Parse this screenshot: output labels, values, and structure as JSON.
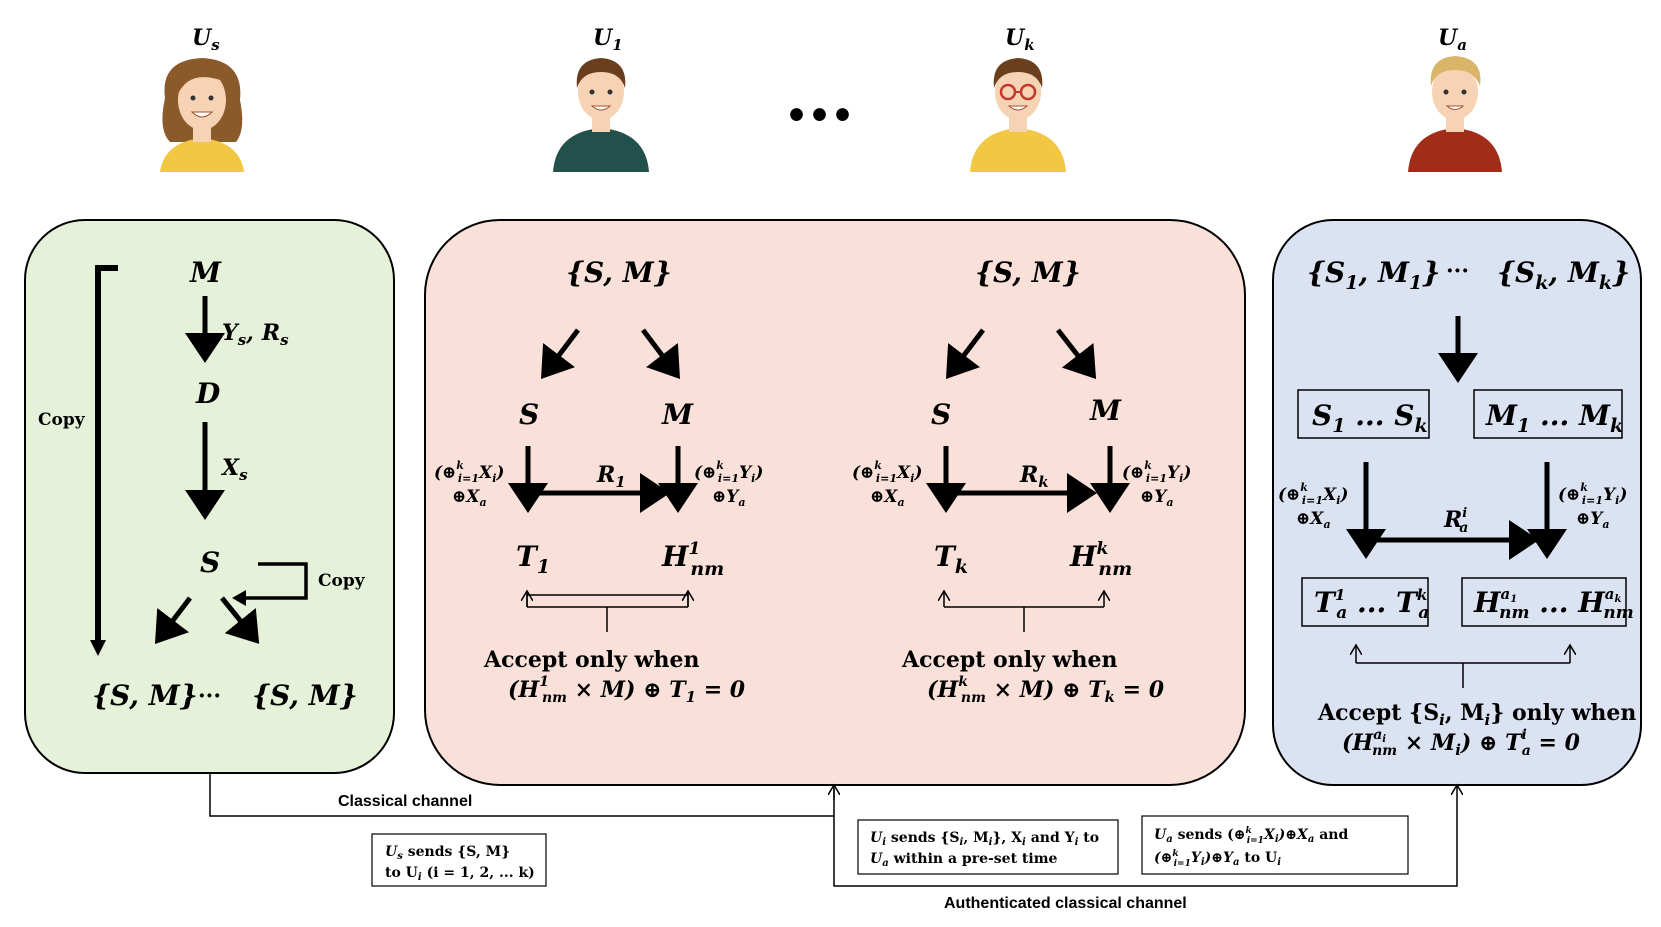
{
  "users": {
    "us": {
      "base": "U",
      "sub": "s"
    },
    "u1": {
      "base": "U",
      "sub": "1"
    },
    "uk": {
      "base": "U",
      "sub": "k"
    },
    "ua": {
      "base": "U",
      "sub": "a"
    },
    "ellipsis": "•••"
  },
  "sender_panel": {
    "m": "M",
    "ys": "Y",
    "ys_sub": "s",
    "comma": ",",
    "rs": "R",
    "rs_sub": "s",
    "d": "D",
    "xs": "X",
    "xs_sub": "s",
    "s": "S",
    "copy_left": "Copy",
    "copy_right": "Copy",
    "set_left": "{S, M}",
    "dots": "···",
    "set_right": "{S, M}"
  },
  "receiver_1": {
    "set": "{S, M}",
    "s": "S",
    "m": "M",
    "left_a": "(⊕",
    "left_sub": "i=1",
    "left_sup": "k",
    "left_x": "X",
    "left_xi": "i",
    "left_close": ")",
    "left_b": "⊕X",
    "left_b_sub": "a",
    "right_a": "(⊕",
    "right_sub": "i=1",
    "right_sup": "k",
    "right_y": "Y",
    "right_yi": "i",
    "right_close": ")",
    "right_b": "⊕Y",
    "right_b_sub": "a",
    "r": "R",
    "r_sub": "1",
    "t": "T",
    "t_sub": "1",
    "h": "H",
    "h_sub": "nm",
    "h_sup": "1",
    "accept": "Accept only when",
    "cond_a": "(H",
    "cond_sub": "nm",
    "cond_sup": "1",
    "cond_b": " × M) ⊕ T",
    "cond_t_sub": "1",
    "cond_c": " = 0"
  },
  "receiver_k": {
    "set": "{S, M}",
    "s": "S",
    "m": "M",
    "left_a": "(⊕",
    "left_sub": "i=1",
    "left_sup": "k",
    "left_x": "X",
    "left_xi": "i",
    "left_close": ")",
    "left_b": "⊕X",
    "left_b_sub": "a",
    "right_a": "(⊕",
    "right_sub": "i=1",
    "right_sup": "k",
    "right_y": "Y",
    "right_yi": "i",
    "right_close": ")",
    "right_b": "⊕Y",
    "right_b_sub": "a",
    "r": "R",
    "r_sub": "k",
    "t": "T",
    "t_sub": "k",
    "h": "H",
    "h_sub": "nm",
    "h_sup": "k",
    "accept": "Accept only when",
    "cond_a": "(H",
    "cond_sub": "nm",
    "cond_sup": "k",
    "cond_b": " × M) ⊕ T",
    "cond_t_sub": "k",
    "cond_c": " = 0"
  },
  "arbiter_panel": {
    "set1_a": "{S",
    "set1_sub1": "1",
    "set1_b": ", M",
    "set1_sub2": "1",
    "set1_c": "}",
    "dots": "···",
    "setk_a": "{S",
    "setk_sub1": "k",
    "setk_b": ", M",
    "setk_sub2": "k",
    "setk_c": "}",
    "box_s_a": "S",
    "box_s_sub1": "1",
    "box_s_b": " ... S",
    "box_s_sub2": "k",
    "box_m_a": "M",
    "box_m_sub1": "1",
    "box_m_b": " ... M",
    "box_m_sub2": "k",
    "left_a": "(⊕",
    "left_sub": "i=1",
    "left_sup": "k",
    "left_x": "X",
    "left_xi": "i",
    "left_close": ")",
    "left_b": "⊕X",
    "left_b_sub": "a",
    "right_a": "(⊕",
    "right_sub": "i=1",
    "right_sup": "k",
    "right_y": "Y",
    "right_yi": "i",
    "right_close": ")",
    "right_b": "⊕Y",
    "right_b_sub": "a",
    "r": "R",
    "r_sub": "a",
    "r_sup": "i",
    "box_t_a": "T",
    "box_t_sup1": "1",
    "box_t_sub1": "a",
    "box_t_b": " ... T",
    "box_t_sup2": "k",
    "box_t_sub2": "a",
    "box_h_a": "H",
    "box_h_sup1": "a",
    "box_h_sup1s": "1",
    "box_h_sub1": "nm",
    "box_h_b": " ... H",
    "box_h_sup2": "a",
    "box_h_sup2s": "k",
    "box_h_sub2": "nm",
    "accept_a": "Accept {S",
    "accept_sub1": "i",
    "accept_b": ", M",
    "accept_sub2": "i",
    "accept_c": "} only when",
    "cond_a": "(H",
    "cond_sup": "a",
    "cond_sups": "i",
    "cond_sub": "nm",
    "cond_b": " × M",
    "cond_mi": "i",
    "cond_c": ") ⊕ T",
    "cond_tsup": "i",
    "cond_tsub": "a",
    "cond_d": " = 0"
  },
  "channels": {
    "classical": "Classical channel",
    "authenticated": "Authenticated classical channel"
  },
  "notes": {
    "us_sends": {
      "l1a": "U",
      "l1sub": "s",
      "l1b": " sends {S, M}",
      "l2a": " to U",
      "l2sub": "i",
      "l2b": " (i = 1, 2, ... k)"
    },
    "ui_sends": {
      "l1a": "U",
      "l1sub": "i",
      "l1b": " sends {S",
      "l1s": "i",
      "l1c": ", M",
      "l1m": "i",
      "l1d": "}, X",
      "l1x": "i",
      "l1e": " and Y",
      "l1y": "i",
      "l1f": " to",
      "l2a": "U",
      "l2sub": "a",
      "l2b": " within a pre-set time"
    },
    "ua_sends": {
      "l1a": "U",
      "l1sub": "a",
      "l1b": " sends (⊕",
      "l1isub": "i=1",
      "l1isup": "k",
      "l1c": "X",
      "l1x": "i",
      "l1d": ")⊕X",
      "l1xa": "a",
      "l1e": " and",
      "l2a": "(⊕",
      "l2isub": "i=1",
      "l2isup": "k",
      "l2b": "Y",
      "l2y": "i",
      "l2c": ")⊕Y",
      "l2ya": "a",
      "l2d": " to U",
      "l2ui": "i"
    }
  },
  "colors": {
    "sender_fill": "#e6f1d9",
    "receiver_fill": "#f9e1d9",
    "arbiter_fill": "#dbe3f3",
    "stroke": "#000000",
    "avatar_us_shirt": "#f2c744",
    "avatar_u1_shirt": "#22504a",
    "avatar_uk_shirt": "#f2c744",
    "avatar_ua_shirt": "#a12c17",
    "hair_brown": "#8b5a2b",
    "hair_dark": "#6b3f1d",
    "hair_blond": "#d9b56a",
    "skin": "#f7d3b5"
  }
}
